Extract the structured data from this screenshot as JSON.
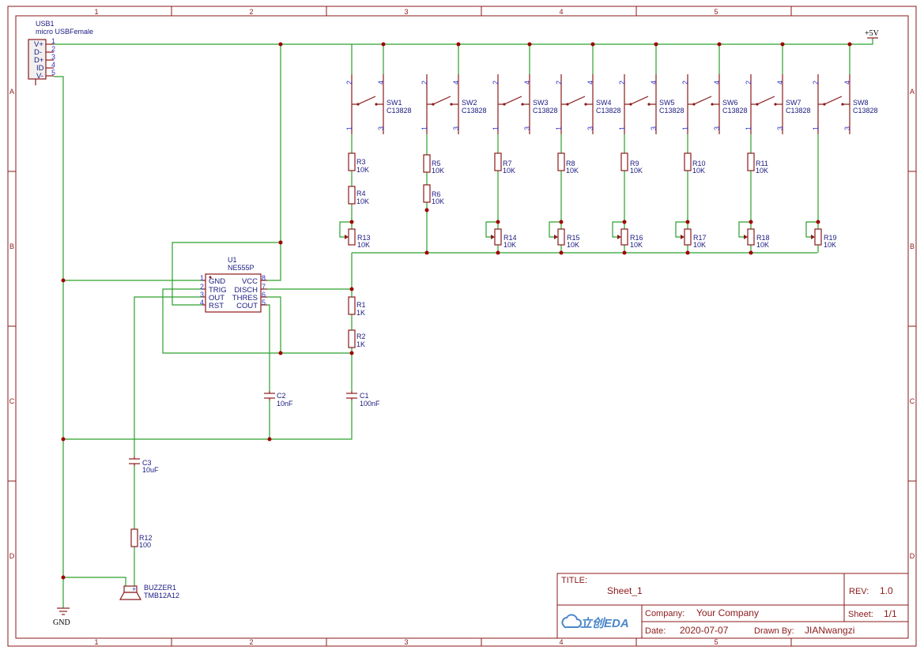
{
  "zones": {
    "columns": [
      "1",
      "2",
      "3",
      "4",
      "5"
    ],
    "rows": [
      "A",
      "B",
      "C",
      "D"
    ]
  },
  "nets": {
    "vcc": "+5V",
    "gnd": "GND"
  },
  "usb": {
    "ref": "USB1",
    "value": "micro USBFemale",
    "pins": [
      {
        "name": "V+",
        "num": "1"
      },
      {
        "name": "D-",
        "num": "2"
      },
      {
        "name": "D+",
        "num": "3"
      },
      {
        "name": "ID",
        "num": "4"
      },
      {
        "name": "V-",
        "num": "5"
      }
    ]
  },
  "ic": {
    "ref": "U1",
    "value": "NE555P",
    "left_pins": [
      {
        "num": "1",
        "name": "GND"
      },
      {
        "num": "2",
        "name": "TRIG"
      },
      {
        "num": "3",
        "name": "OUT"
      },
      {
        "num": "4",
        "name": "RST"
      }
    ],
    "right_pins": [
      {
        "num": "8",
        "name": "VCC"
      },
      {
        "num": "7",
        "name": "DISCH"
      },
      {
        "num": "6",
        "name": "THRES"
      },
      {
        "num": "5",
        "name": "COUT"
      }
    ]
  },
  "switches": [
    {
      "ref": "SW1",
      "value": "C13828"
    },
    {
      "ref": "SW2",
      "value": "C13828"
    },
    {
      "ref": "SW3",
      "value": "C13828"
    },
    {
      "ref": "SW4",
      "value": "C13828"
    },
    {
      "ref": "SW5",
      "value": "C13828"
    },
    {
      "ref": "SW6",
      "value": "C13828"
    },
    {
      "ref": "SW7",
      "value": "C13828"
    },
    {
      "ref": "SW8",
      "value": "C13828"
    }
  ],
  "switch_pins": {
    "p2": "2",
    "p4": "4",
    "p1": "1",
    "p3": "3"
  },
  "resistors": {
    "R3": {
      "ref": "R3",
      "value": "10K"
    },
    "R4": {
      "ref": "R4",
      "value": "10K"
    },
    "R5": {
      "ref": "R5",
      "value": "10K"
    },
    "R6": {
      "ref": "R6",
      "value": "10K"
    },
    "R7": {
      "ref": "R7",
      "value": "10K"
    },
    "R8": {
      "ref": "R8",
      "value": "10K"
    },
    "R9": {
      "ref": "R9",
      "value": "10K"
    },
    "R10": {
      "ref": "R10",
      "value": "10K"
    },
    "R11": {
      "ref": "R11",
      "value": "10K"
    },
    "R1": {
      "ref": "R1",
      "value": "1K"
    },
    "R2": {
      "ref": "R2",
      "value": "1K"
    },
    "R12": {
      "ref": "R12",
      "value": "100"
    }
  },
  "pots": [
    {
      "ref": "R13",
      "value": "10K"
    },
    {
      "ref": "R14",
      "value": "10K"
    },
    {
      "ref": "R15",
      "value": "10K"
    },
    {
      "ref": "R16",
      "value": "10K"
    },
    {
      "ref": "R17",
      "value": "10K"
    },
    {
      "ref": "R18",
      "value": "10K"
    },
    {
      "ref": "R19",
      "value": "10K"
    }
  ],
  "capacitors": {
    "C1": {
      "ref": "C1",
      "value": "100nF"
    },
    "C2": {
      "ref": "C2",
      "value": "10nF"
    },
    "C3": {
      "ref": "C3",
      "value": "10uF"
    }
  },
  "buzzer": {
    "ref": "BUZZER1",
    "value": "TMB12A12",
    "plus": "+"
  },
  "title_block": {
    "title_label": "TITLE:",
    "title": "Sheet_1",
    "rev_label": "REV:",
    "rev": "1.0",
    "company_label": "Company:",
    "company": "Your Company",
    "sheet_label": "Sheet:",
    "sheet": "1/1",
    "date_label": "Date:",
    "date": "2020-07-07",
    "drawn_label": "Drawn By:",
    "drawn": "JIANwangzi",
    "logo": "立创EDA"
  }
}
